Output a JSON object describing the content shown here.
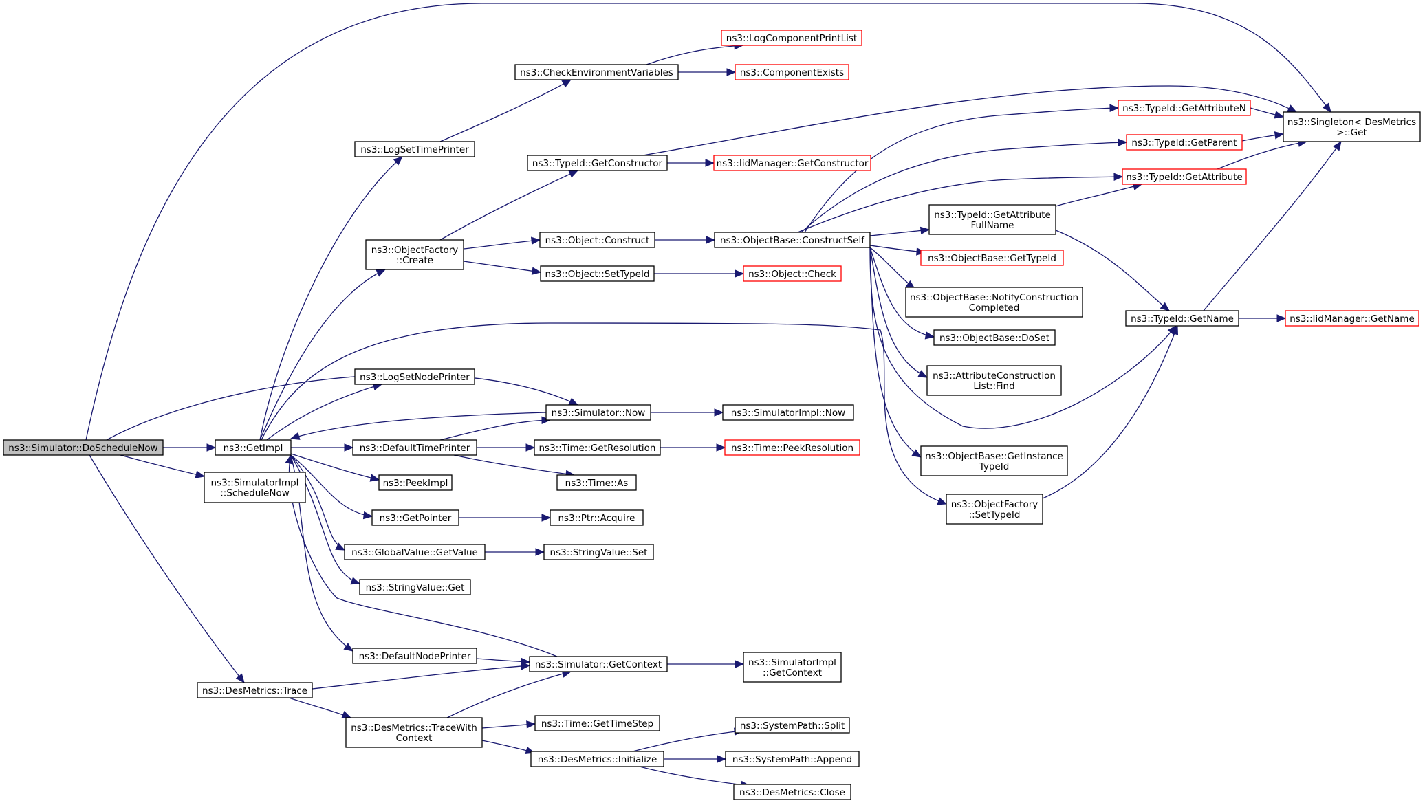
{
  "diagram": {
    "edge_color": "#191970",
    "missing_doc_color": "#ff0000",
    "root_fill": "#bfbfbf",
    "nodes": [
      {
        "id": "doschedulenow",
        "lines": [
          "ns3::Simulator::DoScheduleNow"
        ],
        "style": "root"
      },
      {
        "id": "getimpl",
        "lines": [
          "ns3::GetImpl"
        ]
      },
      {
        "id": "simulatorimpl_schedulenow",
        "lines": [
          "ns3::SimulatorImpl",
          "::ScheduleNow"
        ]
      },
      {
        "id": "desmetrics_trace",
        "lines": [
          "ns3::DesMetrics::Trace"
        ]
      },
      {
        "id": "singleton_get",
        "lines": [
          "ns3::Singleton< DesMetrics",
          ">::Get"
        ]
      },
      {
        "id": "simulator_now",
        "lines": [
          "ns3::Simulator::Now"
        ]
      },
      {
        "id": "logsettimeprinter",
        "lines": [
          "ns3::LogSetTimePrinter"
        ]
      },
      {
        "id": "objectfactory_create",
        "lines": [
          "ns3::ObjectFactory",
          "::Create"
        ]
      },
      {
        "id": "logsetnodeprinter",
        "lines": [
          "ns3::LogSetNodePrinter"
        ]
      },
      {
        "id": "defaulttimeprinter",
        "lines": [
          "ns3::DefaultTimePrinter"
        ]
      },
      {
        "id": "peekimpl",
        "lines": [
          "ns3::PeekImpl"
        ]
      },
      {
        "id": "getpointer",
        "lines": [
          "ns3::GetPointer"
        ]
      },
      {
        "id": "globalvalue_getvalue",
        "lines": [
          "ns3::GlobalValue::GetValue"
        ]
      },
      {
        "id": "stringvalue_get",
        "lines": [
          "ns3::StringValue::Get"
        ]
      },
      {
        "id": "defaultnodeprinter",
        "lines": [
          "ns3::DefaultNodePrinter"
        ]
      },
      {
        "id": "simulator_getcontext",
        "lines": [
          "ns3::Simulator::GetContext"
        ]
      },
      {
        "id": "objectfactory_settypeid",
        "lines": [
          "ns3::ObjectFactory",
          "::SetTypeId"
        ]
      },
      {
        "id": "desmetrics_tracewithcontext",
        "lines": [
          "ns3::DesMetrics::TraceWith",
          "Context"
        ]
      },
      {
        "id": "checkenvironmentvariables",
        "lines": [
          "ns3::CheckEnvironmentVariables"
        ]
      },
      {
        "id": "logcomponentprintlist",
        "lines": [
          "ns3::LogComponentPrintList"
        ],
        "style": "red"
      },
      {
        "id": "componentexists",
        "lines": [
          "ns3::ComponentExists"
        ],
        "style": "red"
      },
      {
        "id": "typeid_getconstructor",
        "lines": [
          "ns3::TypeId::GetConstructor"
        ]
      },
      {
        "id": "iidmanager_getconstructor",
        "lines": [
          "ns3::IidManager::GetConstructor"
        ],
        "style": "red"
      },
      {
        "id": "object_construct",
        "lines": [
          "ns3::Object::Construct"
        ]
      },
      {
        "id": "object_settypeid",
        "lines": [
          "ns3::Object::SetTypeId"
        ]
      },
      {
        "id": "objectbase_constructself",
        "lines": [
          "ns3::ObjectBase::ConstructSelf"
        ]
      },
      {
        "id": "object_check",
        "lines": [
          "ns3::Object::Check"
        ],
        "style": "red"
      },
      {
        "id": "simulatorimpl_now",
        "lines": [
          "ns3::SimulatorImpl::Now"
        ]
      },
      {
        "id": "time_getresolution",
        "lines": [
          "ns3::Time::GetResolution"
        ]
      },
      {
        "id": "time_peekresolution",
        "lines": [
          "ns3::Time::PeekResolution"
        ],
        "style": "red"
      },
      {
        "id": "time_as",
        "lines": [
          "ns3::Time::As"
        ]
      },
      {
        "id": "ptr_acquire",
        "lines": [
          "ns3::Ptr::Acquire"
        ]
      },
      {
        "id": "stringvalue_set",
        "lines": [
          "ns3::StringValue::Set"
        ]
      },
      {
        "id": "simulatorimpl_getcontext",
        "lines": [
          "ns3::SimulatorImpl",
          "::GetContext"
        ]
      },
      {
        "id": "time_gettimestep",
        "lines": [
          "ns3::Time::GetTimeStep"
        ]
      },
      {
        "id": "desmetrics_initialize",
        "lines": [
          "ns3::DesMetrics::Initialize"
        ]
      },
      {
        "id": "systempath_split",
        "lines": [
          "ns3::SystemPath::Split"
        ]
      },
      {
        "id": "systempath_append",
        "lines": [
          "ns3::SystemPath::Append"
        ]
      },
      {
        "id": "desmetrics_close",
        "lines": [
          "ns3::DesMetrics::Close"
        ]
      },
      {
        "id": "typeid_getattributen",
        "lines": [
          "ns3::TypeId::GetAttributeN"
        ],
        "style": "red"
      },
      {
        "id": "typeid_getparent",
        "lines": [
          "ns3::TypeId::GetParent"
        ],
        "style": "red"
      },
      {
        "id": "typeid_getattribute",
        "lines": [
          "ns3::TypeId::GetAttribute"
        ],
        "style": "red"
      },
      {
        "id": "typeid_getattributefullname",
        "lines": [
          "ns3::TypeId::GetAttribute",
          "FullName"
        ]
      },
      {
        "id": "objectbase_gettypeid",
        "lines": [
          "ns3::ObjectBase::GetTypeId"
        ],
        "style": "red"
      },
      {
        "id": "objectbase_notifyconstructioncompleted",
        "lines": [
          "ns3::ObjectBase::NotifyConstruction",
          "Completed"
        ]
      },
      {
        "id": "objectbase_doset",
        "lines": [
          "ns3::ObjectBase::DoSet"
        ]
      },
      {
        "id": "attributeconstructionlist_find",
        "lines": [
          "ns3::AttributeConstruction",
          "List::Find"
        ]
      },
      {
        "id": "objectbase_getinstancetypeid",
        "lines": [
          "ns3::ObjectBase::GetInstance",
          "TypeId"
        ]
      },
      {
        "id": "typeid_getname",
        "lines": [
          "ns3::TypeId::GetName"
        ]
      },
      {
        "id": "iidmanager_getname",
        "lines": [
          "ns3::IidManager::GetName"
        ],
        "style": "red"
      }
    ],
    "edges": [
      {
        "from": "doschedulenow",
        "to": "getimpl"
      },
      {
        "from": "doschedulenow",
        "to": "simulatorimpl_schedulenow"
      },
      {
        "from": "doschedulenow",
        "to": "desmetrics_trace"
      },
      {
        "from": "doschedulenow",
        "to": "singleton_get"
      },
      {
        "from": "doschedulenow",
        "to": "simulator_now"
      },
      {
        "from": "getimpl",
        "to": "logsettimeprinter"
      },
      {
        "from": "getimpl",
        "to": "objectfactory_create"
      },
      {
        "from": "getimpl",
        "to": "logsetnodeprinter"
      },
      {
        "from": "getimpl",
        "to": "defaulttimeprinter"
      },
      {
        "from": "getimpl",
        "to": "peekimpl"
      },
      {
        "from": "getimpl",
        "to": "getpointer"
      },
      {
        "from": "getimpl",
        "to": "globalvalue_getvalue"
      },
      {
        "from": "getimpl",
        "to": "stringvalue_get"
      },
      {
        "from": "getimpl",
        "to": "defaultnodeprinter"
      },
      {
        "from": "getimpl",
        "to": "objectfactory_settypeid"
      },
      {
        "from": "simulator_now",
        "to": "getimpl"
      },
      {
        "from": "simulator_now",
        "to": "simulatorimpl_now"
      },
      {
        "from": "simulator_getcontext",
        "to": "getimpl"
      },
      {
        "from": "simulator_getcontext",
        "to": "simulatorimpl_getcontext"
      },
      {
        "from": "logsettimeprinter",
        "to": "checkenvironmentvariables"
      },
      {
        "from": "checkenvironmentvariables",
        "to": "logcomponentprintlist"
      },
      {
        "from": "checkenvironmentvariables",
        "to": "componentexists"
      },
      {
        "from": "objectfactory_create",
        "to": "typeid_getconstructor"
      },
      {
        "from": "objectfactory_create",
        "to": "object_construct"
      },
      {
        "from": "objectfactory_create",
        "to": "object_settypeid"
      },
      {
        "from": "typeid_getconstructor",
        "to": "iidmanager_getconstructor"
      },
      {
        "from": "typeid_getconstructor",
        "to": "singleton_get"
      },
      {
        "from": "object_construct",
        "to": "objectbase_constructself"
      },
      {
        "from": "object_settypeid",
        "to": "object_check"
      },
      {
        "from": "defaulttimeprinter",
        "to": "simulator_now"
      },
      {
        "from": "defaulttimeprinter",
        "to": "time_getresolution"
      },
      {
        "from": "defaulttimeprinter",
        "to": "time_as"
      },
      {
        "from": "time_getresolution",
        "to": "time_peekresolution"
      },
      {
        "from": "getpointer",
        "to": "ptr_acquire"
      },
      {
        "from": "globalvalue_getvalue",
        "to": "stringvalue_set"
      },
      {
        "from": "defaultnodeprinter",
        "to": "simulator_getcontext"
      },
      {
        "from": "desmetrics_trace",
        "to": "simulator_getcontext"
      },
      {
        "from": "desmetrics_trace",
        "to": "desmetrics_tracewithcontext"
      },
      {
        "from": "desmetrics_tracewithcontext",
        "to": "simulator_getcontext"
      },
      {
        "from": "desmetrics_tracewithcontext",
        "to": "time_gettimestep"
      },
      {
        "from": "desmetrics_tracewithcontext",
        "to": "desmetrics_initialize"
      },
      {
        "from": "desmetrics_initialize",
        "to": "systempath_split"
      },
      {
        "from": "desmetrics_initialize",
        "to": "systempath_append"
      },
      {
        "from": "desmetrics_initialize",
        "to": "desmetrics_close"
      },
      {
        "from": "objectbase_constructself",
        "to": "typeid_getattributen"
      },
      {
        "from": "objectbase_constructself",
        "to": "typeid_getparent"
      },
      {
        "from": "objectbase_constructself",
        "to": "typeid_getattribute"
      },
      {
        "from": "objectbase_constructself",
        "to": "typeid_getattributefullname"
      },
      {
        "from": "objectbase_constructself",
        "to": "objectbase_gettypeid"
      },
      {
        "from": "objectbase_constructself",
        "to": "objectbase_notifyconstructioncompleted"
      },
      {
        "from": "objectbase_constructself",
        "to": "objectbase_doset"
      },
      {
        "from": "objectbase_constructself",
        "to": "attributeconstructionlist_find"
      },
      {
        "from": "objectbase_constructself",
        "to": "objectbase_getinstancetypeid"
      },
      {
        "from": "objectbase_constructself",
        "to": "typeid_getname"
      },
      {
        "from": "typeid_getattributefullname",
        "to": "typeid_getattribute"
      },
      {
        "from": "typeid_getattributefullname",
        "to": "typeid_getname"
      },
      {
        "from": "typeid_getattributen",
        "to": "singleton_get"
      },
      {
        "from": "typeid_getparent",
        "to": "singleton_get"
      },
      {
        "from": "typeid_getattribute",
        "to": "singleton_get"
      },
      {
        "from": "typeid_getname",
        "to": "singleton_get"
      },
      {
        "from": "typeid_getname",
        "to": "iidmanager_getname"
      },
      {
        "from": "objectfactory_settypeid",
        "to": "typeid_getname"
      }
    ]
  }
}
